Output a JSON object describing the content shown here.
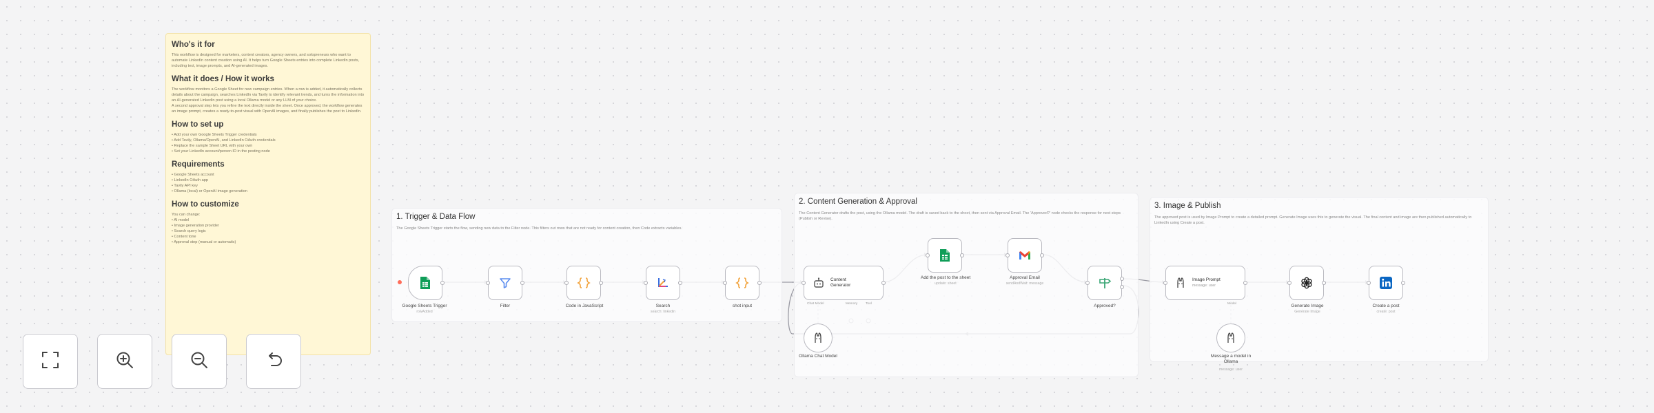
{
  "sticky_note": {
    "sections": [
      {
        "heading": "Who's it for",
        "body": "This workflow is designed for marketers, content creators, agency owners, and solopreneurs who want to automate LinkedIn content creation using AI. It helps turn Google Sheets entries into complete LinkedIn posts, including text, image prompts, and AI-generated images."
      },
      {
        "heading": "What it does / How it works",
        "body": "The workflow monitors a Google Sheet for new campaign entries. When a row is added, it automatically collects details about the campaign, searches LinkedIn via Tavily to identify relevant trends, and turns the information into an AI-generated LinkedIn post using a local Ollama model or any LLM of your choice.\nA second approval step lets you refine the text directly inside the sheet. Once approved, the workflow generates an image prompt, creates a ready-to-post visual with OpenAI images, and finally publishes the post to LinkedIn."
      },
      {
        "heading": "How to set up",
        "body": "• Add your own Google Sheets Trigger credentials\n• Add Tavily, Ollama/OpenAI, and LinkedIn OAuth credentials\n• Replace the sample Sheet URL with your own\n• Set your LinkedIn account/person ID in the posting node"
      },
      {
        "heading": "Requirements",
        "body": "• Google Sheets account\n• LinkedIn OAuth app\n• Tavily API key\n• Ollama (local) or OpenAI image generation"
      },
      {
        "heading": "How to customize",
        "body": "You can change:\n• AI model\n• Image generation provider\n• Search query logic\n• Content tone\n• Approval step (manual or automatic)"
      }
    ]
  },
  "sections": [
    {
      "id": "trigger",
      "title": "1. Trigger & Data Flow",
      "description": "The Google Sheets Trigger starts the flow, sending new data to the Filter node. This filters out rows that are not ready for content creation, then Code extracts variables."
    },
    {
      "id": "content",
      "title": "2. Content Generation & Approval",
      "description": "The Content Generator drafts the post, using the Ollama model. The draft is saved back to the sheet, then sent via Approval Email. The 'Approved?' node checks the response for next steps (Publish or Revise)."
    },
    {
      "id": "image",
      "title": "3. Image & Publish",
      "description": "The approved post is used by Image Prompt to create a detailed prompt. Generate Image uses this to generate the visual. The final content and image are then published automatically to LinkedIn using Create a post."
    }
  ],
  "nodes": {
    "sheets_trigger": {
      "label": "Google Sheets Trigger",
      "sub": "rowAdded"
    },
    "filter": {
      "label": "Filter",
      "sub": ""
    },
    "code_js": {
      "label": "Code in JavaScript",
      "sub": ""
    },
    "search": {
      "label": "Search",
      "sub": "search: linkedin"
    },
    "shot_input": {
      "label": "shot input",
      "sub": ""
    },
    "content_generator": {
      "label": "Content\nGenerator",
      "sub": "",
      "ports": [
        "Chat Model",
        "Memory",
        "Tool"
      ]
    },
    "add_post_sheet": {
      "label": "Add the post to the sheet",
      "sub": "update: sheet"
    },
    "approval_email": {
      "label": "Approval Email",
      "sub": "sendAndWait: message"
    },
    "approved": {
      "label": "Approved?",
      "sub": ""
    },
    "ollama_model": {
      "label": "Ollama Chat Model",
      "sub": ""
    },
    "image_prompt": {
      "label": "Image Prompt",
      "sub": "message: user",
      "ports": [
        "Model"
      ]
    },
    "generate_image": {
      "label": "Generate Image",
      "sub": "Generate Image"
    },
    "create_post": {
      "label": "Create a post",
      "sub": "create: post"
    },
    "message_ollama": {
      "label": "Message a model in\nOllama",
      "sub": "message: user"
    }
  },
  "controls": [
    {
      "name": "fit-view",
      "icon": "fit-screen-icon"
    },
    {
      "name": "zoom-in",
      "icon": "zoom-in-icon"
    },
    {
      "name": "zoom-out",
      "icon": "zoom-out-icon"
    },
    {
      "name": "reset",
      "icon": "undo-icon"
    }
  ],
  "colors": {
    "sheets_green": "#0f9d58",
    "filter_blue": "#5b8def",
    "code_orange": "#f2a23a",
    "gmail_red": "#ea4335",
    "linkedin_blue": "#0a66c2",
    "switch_green": "#3aa675",
    "connection_gray": "#9a9aa3"
  }
}
